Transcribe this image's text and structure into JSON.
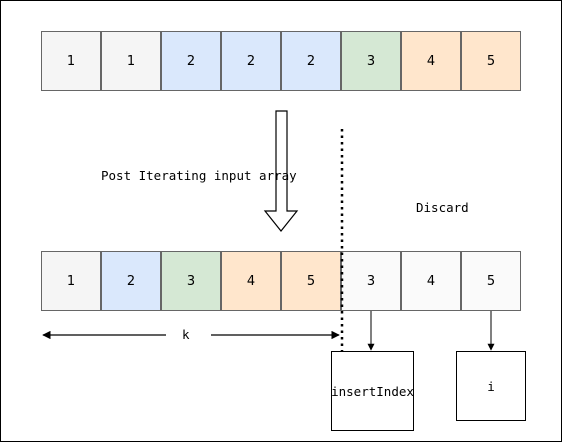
{
  "top_array": {
    "cells": [
      {
        "value": "1",
        "color": "#f5f5f5"
      },
      {
        "value": "1",
        "color": "#f5f5f5"
      },
      {
        "value": "2",
        "color": "#dae8fc"
      },
      {
        "value": "2",
        "color": "#dae8fc"
      },
      {
        "value": "2",
        "color": "#dae8fc"
      },
      {
        "value": "3",
        "color": "#d5e8d4"
      },
      {
        "value": "4",
        "color": "#ffe6cc"
      },
      {
        "value": "5",
        "color": "#ffe6cc"
      }
    ]
  },
  "bottom_array": {
    "cells": [
      {
        "value": "1",
        "color": "#f5f5f5"
      },
      {
        "value": "2",
        "color": "#dae8fc"
      },
      {
        "value": "3",
        "color": "#d5e8d4"
      },
      {
        "value": "4",
        "color": "#ffe6cc"
      },
      {
        "value": "5",
        "color": "#ffe6cc"
      },
      {
        "value": "3",
        "color": "#fafafa"
      },
      {
        "value": "4",
        "color": "#fafafa"
      },
      {
        "value": "5",
        "color": "#fafafa"
      }
    ]
  },
  "labels": {
    "post_iterating": "Post Iterating input array",
    "discard": "Discard",
    "k": "k"
  },
  "pointers": {
    "insert_index": "insertIndex",
    "i": "i"
  }
}
